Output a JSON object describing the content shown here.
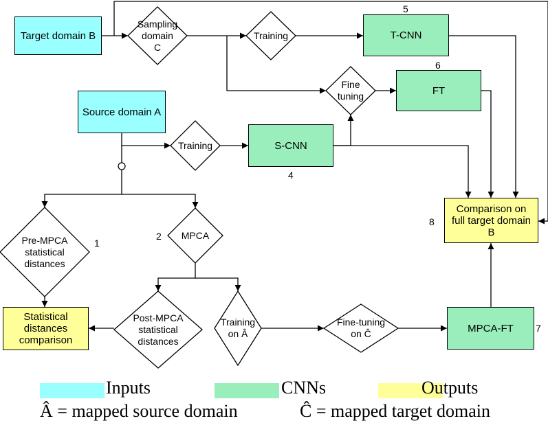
{
  "nodes": {
    "target_domain_b": "Target domain B",
    "source_domain_a": "Source domain A",
    "sampling_domain_c": "Sampling\ndomain\nC",
    "training_top": "Training",
    "t_cnn": "T-CNN",
    "fine_tuning": "Fine\ntuning",
    "ft": "FT",
    "training_mid": "Training",
    "s_cnn": "S-CNN",
    "pre_mpca": "Pre-MPCA\nstatistical\ndistances",
    "mpca": "MPCA",
    "comparison": "Comparison on\nfull target domain\nB",
    "stat_comparison": "Statistical\ndistances\ncomparison",
    "post_mpca": "Post-MPCA\nstatistical\ndistances",
    "training_on_a": "Training\non Â",
    "fine_tuning_on_c": "Fine-tuning\non Ĉ",
    "mpca_ft": "MPCA-FT"
  },
  "numbers": {
    "n1": "1",
    "n2": "2",
    "n4": "4",
    "n5": "5",
    "n6": "6",
    "n7": "7",
    "n8": "8"
  },
  "legend": {
    "inputs": "Inputs",
    "cnns": "CNNs",
    "outputs": "Outputs",
    "a_hat": "Â = mapped source domain",
    "c_hat": "Ĉ = mapped target domain"
  },
  "colors": {
    "inputs": "#99ffff",
    "cnns": "#99eebb",
    "outputs": "#ffff99"
  }
}
